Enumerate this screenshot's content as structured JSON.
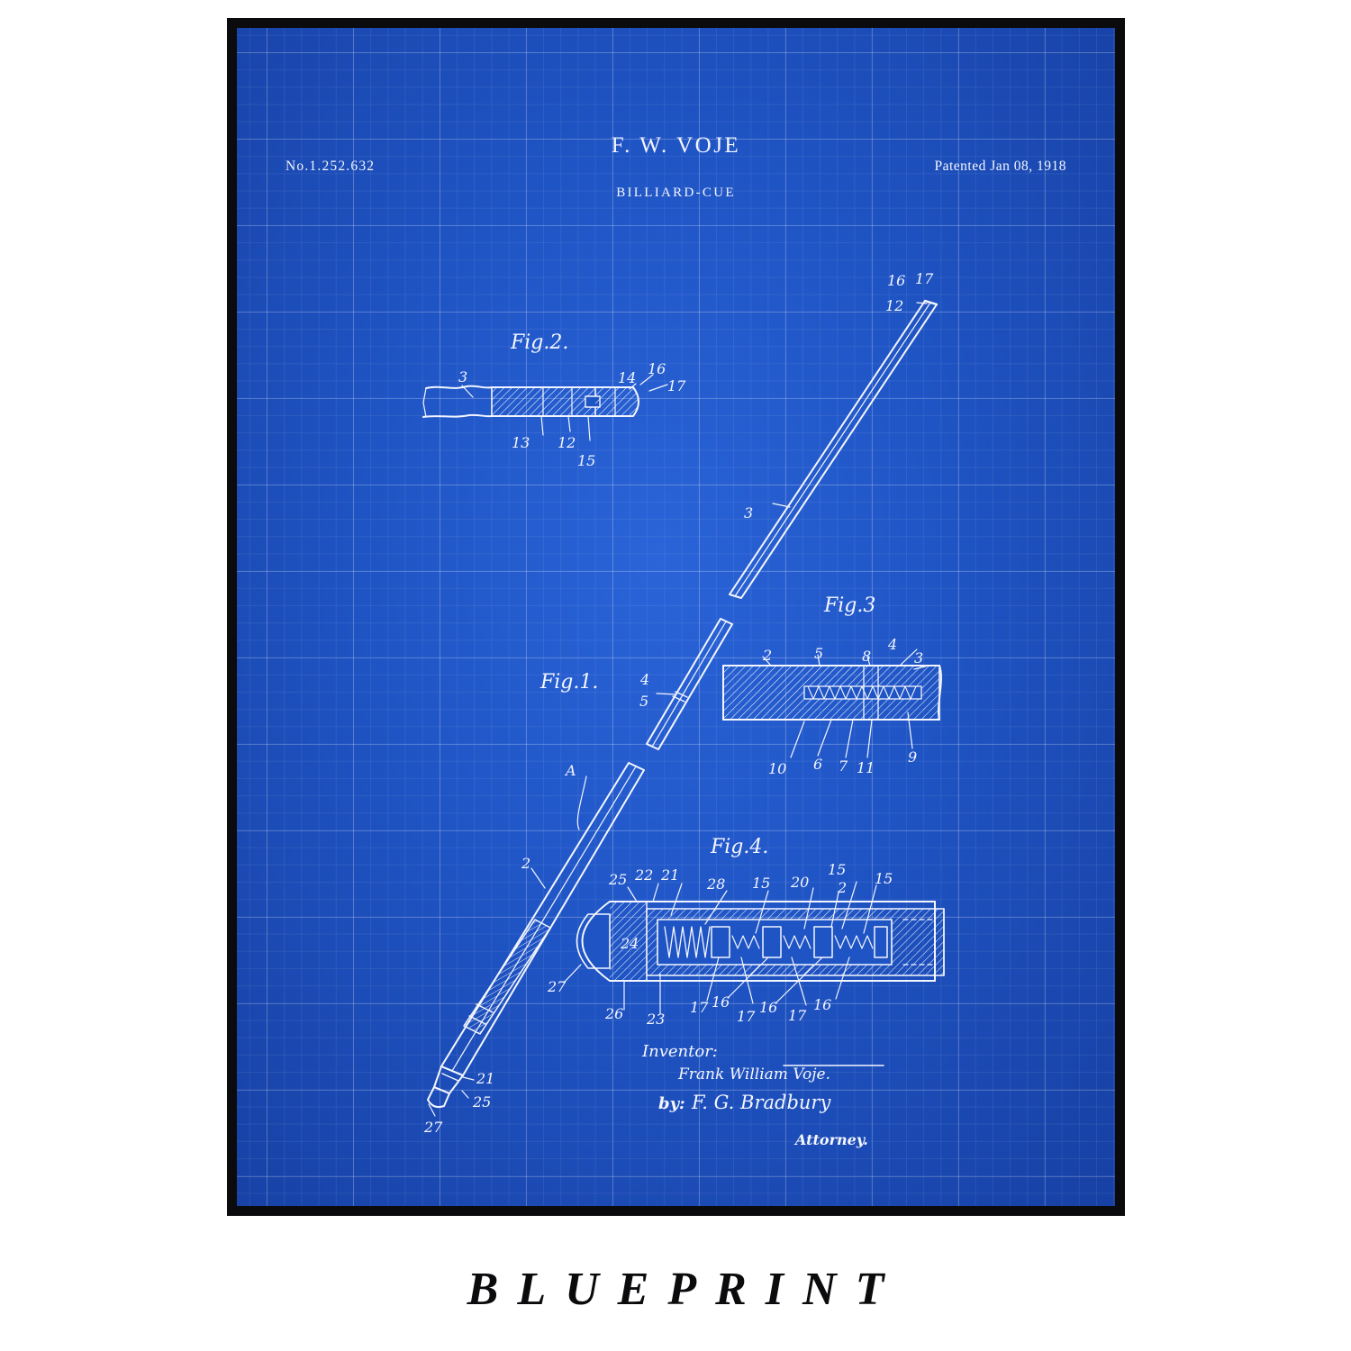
{
  "patent": {
    "inventor_name": "F. W. VOJE",
    "number": "No.1.252.632",
    "date": "Patented Jan 08, 1918",
    "title": "BILLIARD-CUE"
  },
  "figures": {
    "fig1": "Fig.1.",
    "fig2": "Fig.2.",
    "fig3": "Fig.3",
    "fig4": "Fig.4."
  },
  "signature": {
    "inventor_label": "Inventor:",
    "inventor_full_name": "Frank William Voje.",
    "by_label": "by:",
    "attorney_signature": "F. G. Bradbury",
    "attorney_label": "Attorney."
  },
  "caption": "BLUEPRINT",
  "colors": {
    "blueprint_blue": "#1f54c4",
    "line_white": "#f4f6ff",
    "frame_black": "#0b0b0d"
  }
}
